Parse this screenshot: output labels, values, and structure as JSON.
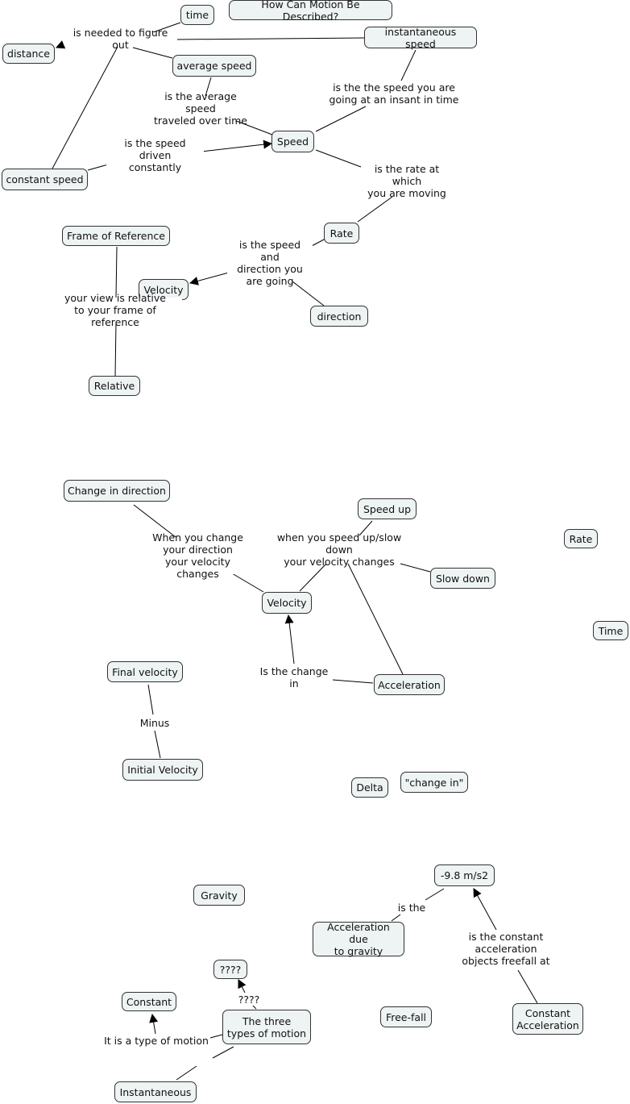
{
  "title": "How Can Motion Be Described?",
  "concepts": {
    "time": "time",
    "distance": "distance",
    "instantaneous_speed": "instantaneous speed",
    "average_speed": "average speed",
    "speed": "Speed",
    "constant_speed": "constant speed",
    "frame_of_reference": "Frame of Reference",
    "rate_1": "Rate",
    "velocity_1": "Velocity",
    "direction": "direction",
    "relative": "Relative",
    "change_in_direction": "Change in direction",
    "speed_up": "Speed up",
    "rate_2": "Rate",
    "slow_down": "Slow down",
    "velocity_2": "Velocity",
    "time_2": "Time",
    "final_velocity": "Final velocity",
    "acceleration": "Acceleration",
    "initial_velocity": "Initial Velocity",
    "delta": "Delta",
    "change_in": "\"change in\"",
    "gravity_value": "-9.8 m/s2",
    "gravity": "Gravity",
    "accel_due_to_gravity": "Acceleration due\nto gravity",
    "question_marks": "????",
    "constant": "Constant",
    "three_types": "The three\ntypes of motion",
    "free_fall": "Free-fall",
    "constant_acceleration": "Constant\nAcceleration",
    "instantaneous": "Instantaneous"
  },
  "links": {
    "needed_to_figure_out": "is needed to figure out",
    "avg_speed_def": "is the average speed\ntraveled over time",
    "inst_speed_def": "is the the speed you are\ngoing at an insant in time",
    "speed_driven": "is the speed driven\nconstantly",
    "rate_moving": "is the rate at which\nyou are moving",
    "speed_and_direction": "is the speed and\ndirection you\nare going",
    "view_relative": "your view is relative\nto your frame of reference",
    "change_direction": "When you change\nyour direction\nyour velocity changes",
    "speed_up_slow_down": "when you speed up/slow down\nyour velocity changes",
    "is_change_in": "Is the change\nin",
    "minus": "Minus",
    "is_the": "is the",
    "constant_accel_freefall": "is the constant\nacceleration\nobjects freefall at",
    "question_link": "????",
    "type_of_motion": "It is a type of motion"
  }
}
